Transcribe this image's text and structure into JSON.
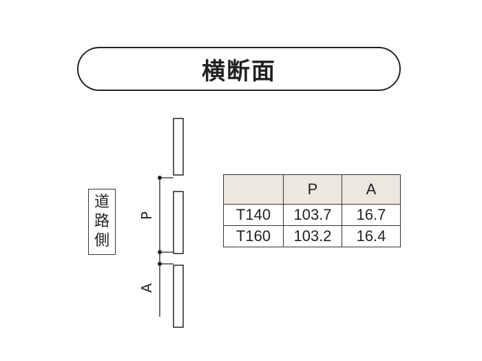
{
  "title": "横断面",
  "road_side_label": [
    "道",
    "路",
    "側"
  ],
  "dimensions": {
    "p_label": "P",
    "a_label": "A"
  },
  "table": {
    "headers": [
      "",
      "P",
      "A"
    ],
    "rows": [
      [
        "T140",
        "103.7",
        "16.7"
      ],
      [
        "T160",
        "103.2",
        "16.4"
      ]
    ]
  },
  "colors": {
    "line": "#222222",
    "header_bg": "#ece7df"
  }
}
